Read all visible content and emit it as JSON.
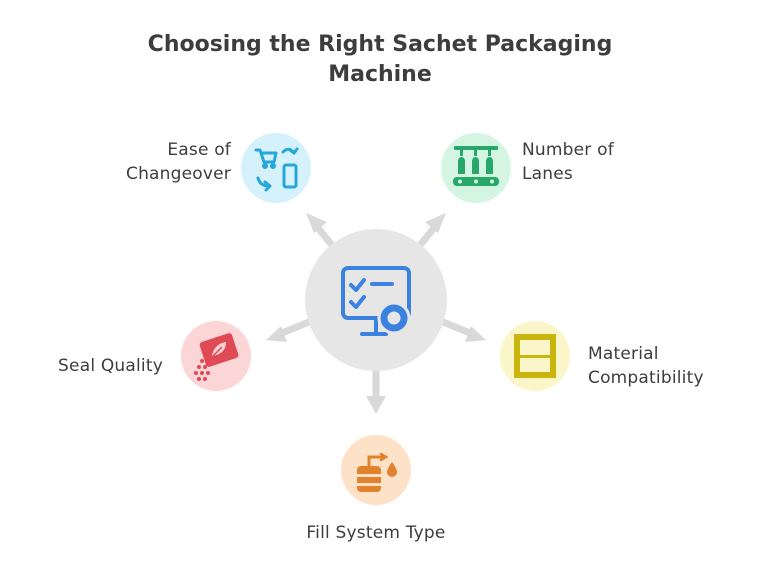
{
  "title": {
    "line1": "Choosing the Right Sachet Packaging",
    "line2": "Machine"
  },
  "center": {
    "icon": "monitor-checklist-gear-icon"
  },
  "nodes": [
    {
      "id": "changeover",
      "label_line1": "Ease of",
      "label_line2": "Changeover",
      "icon": "swap-cart-phone-icon",
      "color": "#26a7d9",
      "bg": "#d5f1fb"
    },
    {
      "id": "lanes",
      "label_line1": "Number of",
      "label_line2": "Lanes",
      "icon": "bottle-conveyor-icon",
      "color": "#27a86a",
      "bg": "#d4f5e2"
    },
    {
      "id": "material",
      "label_line1": "Material",
      "label_line2": "Compatibility",
      "icon": "film-frame-icon",
      "color": "#c9b50c",
      "bg": "#fbf6c9"
    },
    {
      "id": "fill",
      "label_line1": "Fill System Type",
      "icon": "tank-droplet-icon",
      "color": "#e2822c",
      "bg": "#fde2c8"
    },
    {
      "id": "seal",
      "label_line1": "Seal Quality",
      "icon": "seal-leaf-icon",
      "color": "#df4a55",
      "bg": "#fcd5d6"
    }
  ],
  "colors": {
    "hub": "#e6e6e6",
    "arrows": "#d9d9d9",
    "center_icon": "#3b82e0"
  }
}
